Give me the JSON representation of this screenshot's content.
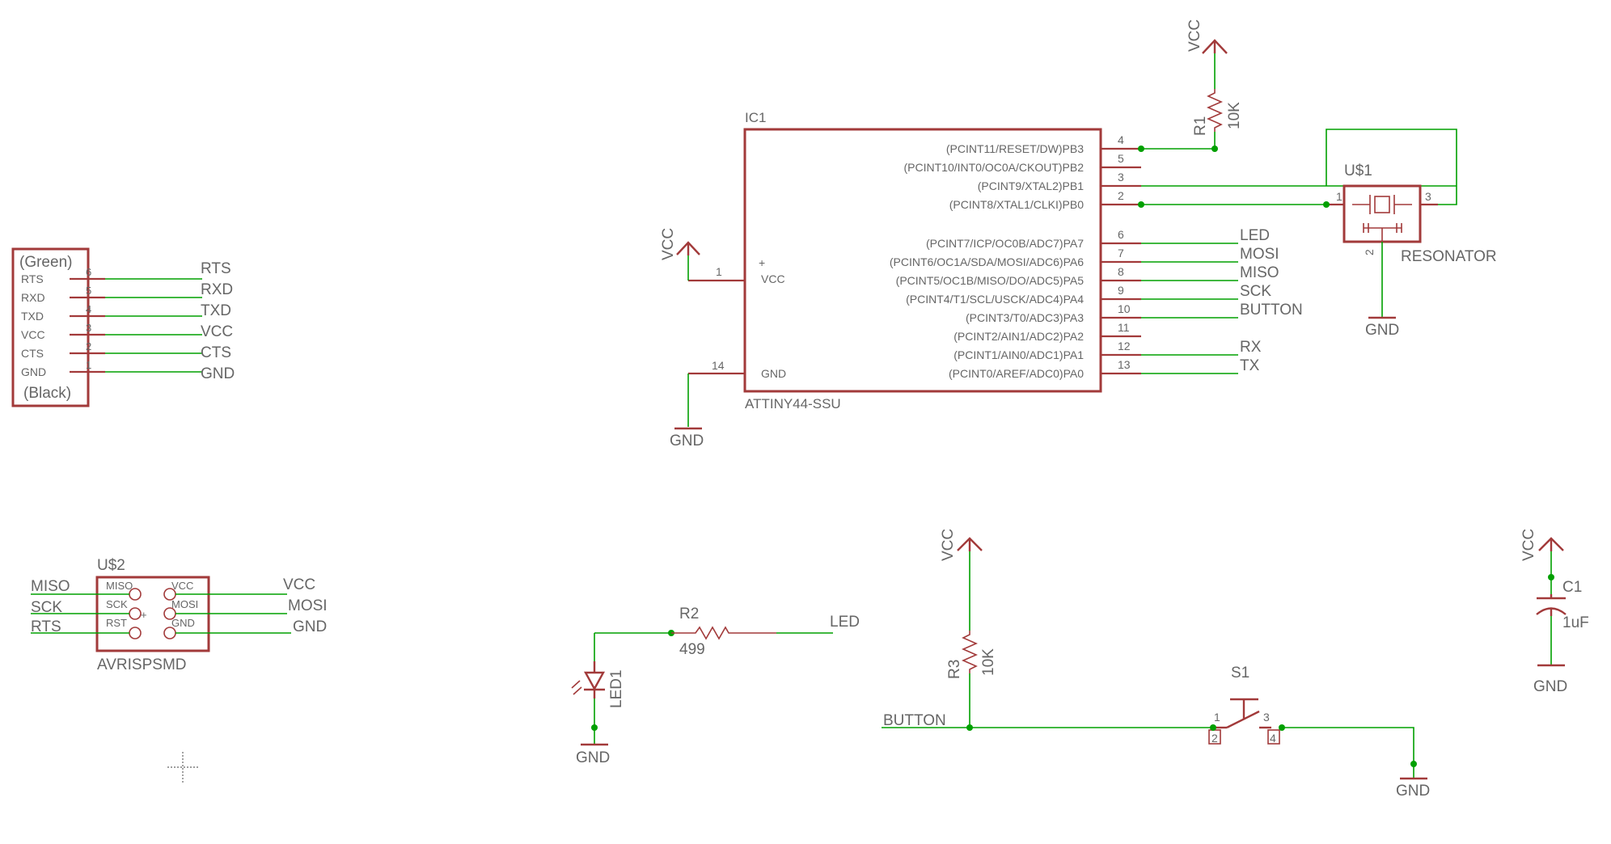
{
  "ic1": {
    "name": "IC1",
    "value": "ATTINY44-SSU",
    "vcc_label": "VCC",
    "gnd_label": "GND",
    "pins_right": [
      {
        "num": "4",
        "label": "(PCINT11/RESET/DW)PB3"
      },
      {
        "num": "5",
        "label": "(PCINT10/INT0/OC0A/CKOUT)PB2"
      },
      {
        "num": "3",
        "label": "(PCINT9/XTAL2)PB1"
      },
      {
        "num": "2",
        "label": "(PCINT8/XTAL1/CLKI)PB0"
      },
      {
        "num": "6",
        "label": "(PCINT7/ICP/OC0B/ADC7)PA7"
      },
      {
        "num": "7",
        "label": "(PCINT6/OC1A/SDA/MOSI/ADC6)PA6"
      },
      {
        "num": "8",
        "label": "(PCINT5/OC1B/MISO/DO/ADC5)PA5"
      },
      {
        "num": "9",
        "label": "(PCINT4/T1/SCL/USCK/ADC4)PA4"
      },
      {
        "num": "10",
        "label": "(PCINT3/T0/ADC3)PA3"
      },
      {
        "num": "11",
        "label": "(PCINT2/AIN1/ADC2)PA2"
      },
      {
        "num": "12",
        "label": "(PCINT1/AIN0/ADC1)PA1"
      },
      {
        "num": "13",
        "label": "(PCINT0/AREF/ADC0)PA0"
      }
    ],
    "pin_vcc_num": "1",
    "pin_gnd_num": "14",
    "net_labels": [
      "LED",
      "MOSI",
      "MISO",
      "SCK",
      "BUTTON",
      "RX",
      "TX"
    ]
  },
  "ftdi": {
    "top_label": "(Green)",
    "bottom_label": "(Black)",
    "pins": [
      {
        "name": "RTS",
        "num": "6",
        "net": "RTS"
      },
      {
        "name": "RXD",
        "num": "5",
        "net": "RXD"
      },
      {
        "name": "TXD",
        "num": "4",
        "net": "TXD"
      },
      {
        "name": "VCC",
        "num": "3",
        "net": "VCC"
      },
      {
        "name": "CTS",
        "num": "2",
        "net": "CTS"
      },
      {
        "name": "GND",
        "num": "1",
        "net": "GND"
      }
    ]
  },
  "isp": {
    "name": "U$2",
    "value": "AVRISPSMD",
    "left_pins": [
      "MISO",
      "SCK",
      "RST"
    ],
    "right_pins": [
      "VCC",
      "MOSI",
      "GND"
    ],
    "left_nets": [
      "MISO",
      "SCK",
      "RTS"
    ],
    "right_nets": [
      "VCC",
      "MOSI",
      "GND"
    ]
  },
  "resonator": {
    "name": "U$1",
    "value": "RESONATOR",
    "pins": [
      "1",
      "2",
      "3"
    ],
    "gnd": "GND"
  },
  "r1": {
    "name": "R1",
    "value": "10K",
    "vcc": "VCC"
  },
  "r2": {
    "name": "R2",
    "value": "499",
    "net": "LED"
  },
  "r3": {
    "name": "R3",
    "value": "10K",
    "vcc": "VCC"
  },
  "led1": {
    "name": "LED1",
    "gnd": "GND"
  },
  "s1": {
    "name": "S1",
    "pins": [
      "1",
      "2",
      "3",
      "4"
    ],
    "net": "BUTTON",
    "gnd": "GND"
  },
  "c1": {
    "name": "C1",
    "value": "1uF",
    "vcc": "VCC",
    "gnd": "GND"
  },
  "ic_vcc": {
    "label": "VCC"
  },
  "ic_gnd": {
    "label": "GND"
  },
  "colors": {
    "wire": "#00a000",
    "symbol": "#a23a3a",
    "text": "#666666"
  },
  "icons": {
    "cursor": "crosshair-icon"
  }
}
